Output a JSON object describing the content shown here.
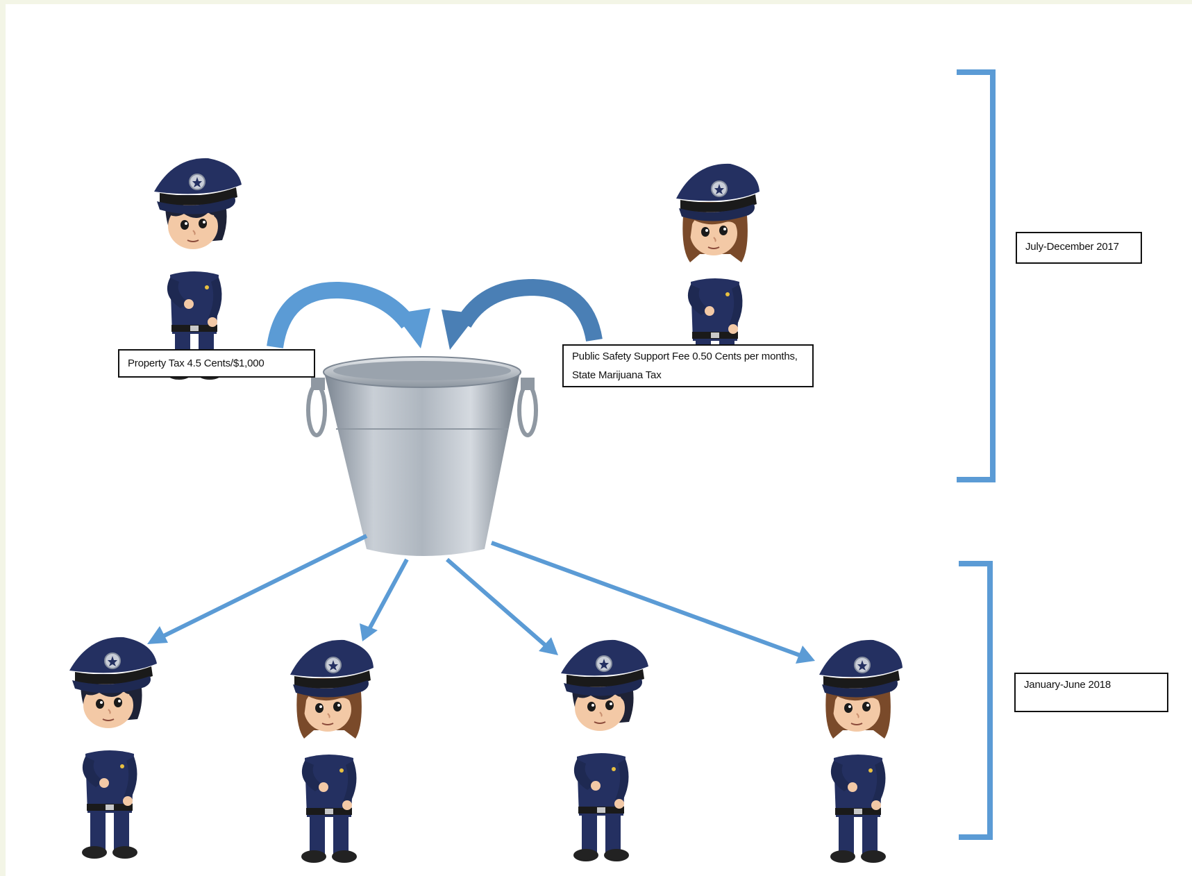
{
  "labels": {
    "property_tax": "Property Tax 4.5 Cents/$1,000",
    "public_safety_fee": "Public Safety Support Fee 0.50 Cents per months, State Marijuana Tax",
    "period_1": "July-December 2017",
    "period_2": "January-June 2018"
  },
  "colors": {
    "arrow_blue": "#5b9bd5",
    "arrow_blue_dark": "#4a7fb5",
    "uniform_navy": "#243061",
    "bracket_blue": "#5b9bd5",
    "bucket_silver": "#a9b1ba"
  },
  "figures": [
    {
      "name": "officer-male-top-left",
      "type": "male"
    },
    {
      "name": "officer-female-top-right",
      "type": "female"
    },
    {
      "name": "officer-male-bottom-1",
      "type": "male"
    },
    {
      "name": "officer-female-bottom-2",
      "type": "female"
    },
    {
      "name": "officer-male-bottom-3",
      "type": "male"
    },
    {
      "name": "officer-female-bottom-4",
      "type": "female"
    }
  ]
}
